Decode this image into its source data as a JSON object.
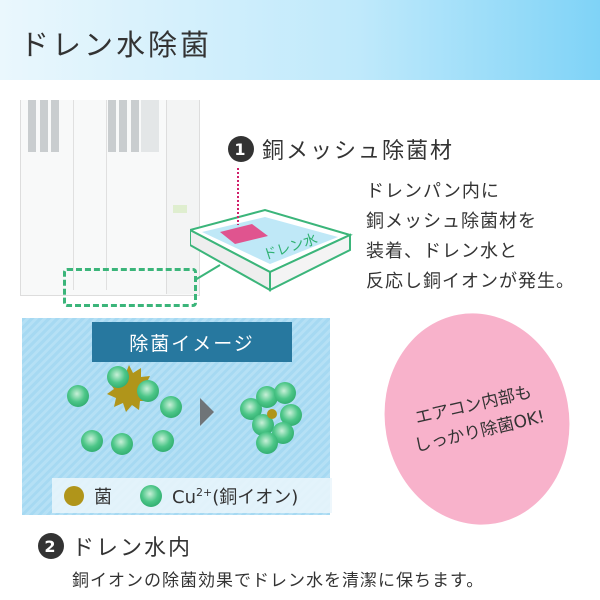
{
  "header": {
    "title": "ドレン水除菌"
  },
  "section1": {
    "number": "1",
    "heading": "銅メッシュ除菌材",
    "description": [
      "ドレンパン内に",
      "銅メッシュ除菌材を",
      "装着、ドレン水と",
      "反応し銅イオンが発生。"
    ],
    "tray_label": "ドレン水"
  },
  "image_box": {
    "title": "除菌イメージ",
    "legend": {
      "bacteria": "菌",
      "ion": "Cu",
      "ion_sup": "2+",
      "ion_name": "(銅イオン)"
    }
  },
  "badge": {
    "line1": "エアコン内部も",
    "line2": "しっかり除菌OK!"
  },
  "section2": {
    "number": "2",
    "heading": "ドレン水内",
    "description": "銅イオンの除菌効果でドレン水を清潔に保ちます。"
  },
  "colors": {
    "ion": "#2fb272",
    "bacteria": "#b0951a",
    "title_bar": "#27789f",
    "badge": "#f8b2cb",
    "highlight": "#3bb57a"
  }
}
